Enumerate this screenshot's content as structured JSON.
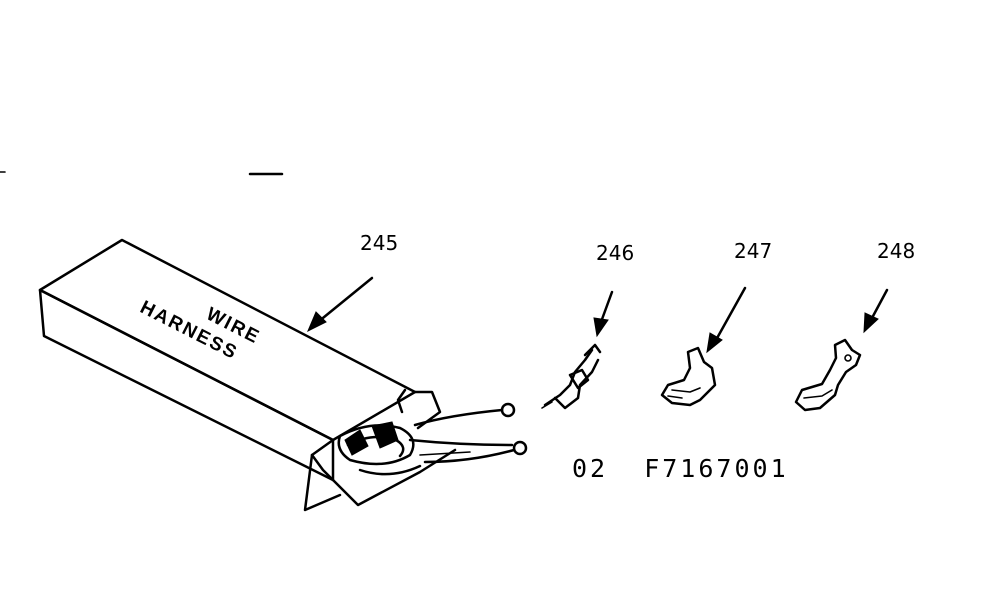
{
  "diagram": {
    "callouts": {
      "c245": "245",
      "c246": "246",
      "c247": "247",
      "c248": "248"
    },
    "box_label": {
      "line1": "WIRE",
      "line2": "HARNESS"
    },
    "drawing_code": "02  F7167001"
  }
}
